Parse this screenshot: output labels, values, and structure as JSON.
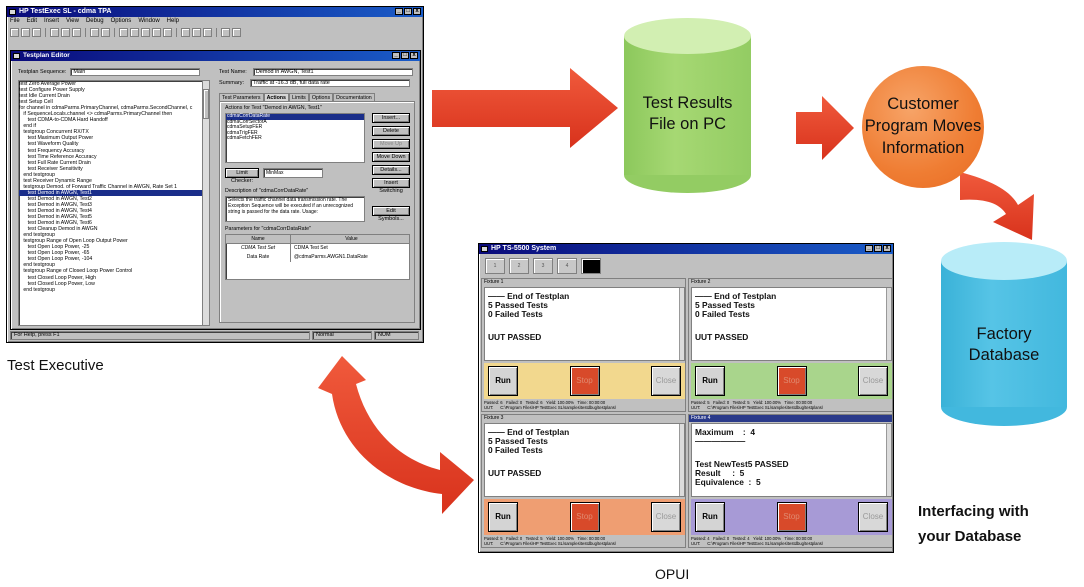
{
  "test_executive": {
    "title": "HP TestExec SL - cdma TPA",
    "menu": [
      "File",
      "Edit",
      "Insert",
      "View",
      "Debug",
      "Options",
      "Window",
      "Help"
    ],
    "editor_title": "Testplan Editor",
    "sequence_label": "Testplan Sequence:",
    "sequence_value": "Main",
    "tree": [
      "test Zero Average Power",
      "test Configure Power Supply",
      "test Idle Current Drain",
      "test Setup Cell",
      "for channel in cdmaParms.PrimaryChannel, cdmaParms.SecondChannel, c",
      "   if SequenceLocals.channel <> cdmaParms.PrimaryChannel then",
      "      test CDMA-to-CDMA Hard Handoff",
      "   end if",
      "   testgroup Concurrent RX/TX",
      "      test Maximum Output Power",
      "      test Waveform Quality",
      "      test Frequency Accuracy",
      "      test Time Reference Accuracy",
      "      test Full Rate Current Drain",
      "      test Receiver Sensitivity",
      "   end testgroup",
      "   test Receiver Dynamic Range",
      "   testgroup Demod. of Forward Traffic Channel in AWGN, Rate Set 1",
      "      test Demod in AWGN, Test1",
      "      test Demod in AWGN, Test2",
      "      test Demod in AWGN, Test3",
      "      test Demod in AWGN, Test4",
      "      test Demod in AWGN, Test5",
      "      test Demod in AWGN, Test6",
      "      test Cleanup Demod in AWGN",
      "   end testgroup",
      "   testgroup Range of Open Loop Output Power",
      "      test Open Loop Power, -25",
      "      test Open Loop Power, -65",
      "      test Open Loop Power, -104",
      "   end testgroup",
      "   testgroup Range of Closed Loop Power Control",
      "      test Closed Loop Power, High",
      "      test Closed Loop Power, Low",
      "   end testgroup"
    ],
    "selected_tree_index": 18,
    "test_name_label": "Test Name:",
    "test_name_value": "Demod in AWGN, Test1",
    "summary_label": "Summary:",
    "summary_value": "Traffic at -16.3 dB, full data rate",
    "tabs": [
      "Test Parameters",
      "Actions",
      "Limits",
      "Options",
      "Documentation"
    ],
    "actions_label": "Actions for Test \"Demod in AWGN, Test1\"",
    "actions": [
      "cdmaCorrDataRate",
      "cdmaCorrSectorA",
      "cdmaSetupFER",
      "cdmaTrigFER",
      "cdmaFetchFER"
    ],
    "side_buttons": [
      "Insert...",
      "Delete",
      "Move Up",
      "Move Down",
      "Details...",
      "Insert Switching"
    ],
    "limit_checker_btn": "Limit Checker:",
    "limit_checker_value": "MinMax",
    "description_label": "Description of \"cdmaCorrDataRate\"",
    "description_text": "Selects the traffic channel data transmission rate. The Exception Sequence will be executed if an unrecognized string is passed for the data rate. Usage:",
    "edit_symbols_btn": "Edit Symbols...",
    "params_label": "Parameters for \"cdmaCorrDataRate\"",
    "params_headers": [
      "Name",
      "Value"
    ],
    "params": [
      {
        "name": "CDMA Test Set",
        "value": "CDMA Test Set"
      },
      {
        "name": "Data Rate",
        "value": "@cdmaParms.AWGN1.DataRate"
      }
    ],
    "status_help": "For Help, press F1",
    "status_mode": "Normal",
    "status_num": "NUM",
    "caption": "Test Executive"
  },
  "opui": {
    "title": "HP TS-5500 System",
    "caption": "OPUI",
    "fixtures": [
      {
        "name": "Fixture 1",
        "lines": [
          "—— End of Testplan",
          "5 Passed Tests",
          "0 Failed Tests",
          "",
          "UUT PASSED"
        ],
        "run": "Run",
        "stop": "Stop",
        "close": "Close",
        "status": "Passed: 6   Failed: 0   Tested: 6   Yield: 100.00%   Time: 00:00:00",
        "uut": "UUT:      C:\\Program Files\\HP TestExec SL\\samples\\testdbug\\testplans\\"
      },
      {
        "name": "Fixture 2",
        "lines": [
          "—— End of Testplan",
          "5 Passed Tests",
          "0 Failed Tests",
          "",
          "UUT PASSED"
        ],
        "run": "Run",
        "stop": "Stop",
        "close": "Close",
        "status": "Passed: 5   Failed: 0   Tested: 5   Yield: 100.00%   Time: 00:00:00",
        "uut": "UUT:      C:\\Program Files\\HP TestExec SL\\samples\\testdbug\\testplans\\"
      },
      {
        "name": "Fixture 3",
        "lines": [
          "—— End of Testplan",
          "5 Passed Tests",
          "0 Failed Tests",
          "",
          "UUT PASSED"
        ],
        "run": "Run",
        "stop": "Stop",
        "close": "Close",
        "status": "Passed: 5   Failed: 0   Tested: 5   Yield: 100.00%   Time: 00:00:00",
        "uut": "UUT:      C:\\Program Files\\HP TestExec SL\\samples\\testdbug\\testplans\\"
      },
      {
        "name": "Fixture 4",
        "lines": [
          "Maximum    :  4",
          "——————",
          "",
          "Test NewTest5 PASSED",
          "Result     :  5",
          "Equivalence  :  5"
        ],
        "run": "Run",
        "stop": "Stop",
        "close": "Close",
        "status": "Passed: 4   Failed: 0   Tested: 4   Yield: 100.00%   Time: 00:00:00",
        "uut": "UUT:      C:\\Program Files\\HP TestExec SL\\samples\\testdbug\\testplans\\"
      }
    ],
    "fixture_colors": [
      "#f2d88e",
      "#a9d58c",
      "#ef9e72",
      "#a79ad6"
    ]
  },
  "diagram": {
    "results_file": [
      "Test Results",
      "File on PC"
    ],
    "customer_program": [
      "Customer",
      "Program Moves",
      "Information"
    ],
    "factory_db": [
      "Factory",
      "Database"
    ],
    "interfacing": [
      "Interfacing with",
      "your Database"
    ],
    "colors": {
      "arrow": "#e8402a",
      "results_cylinder": "#a6d873",
      "customer_circle": "#ef7d33",
      "database_cylinder": "#56c4e6"
    }
  }
}
